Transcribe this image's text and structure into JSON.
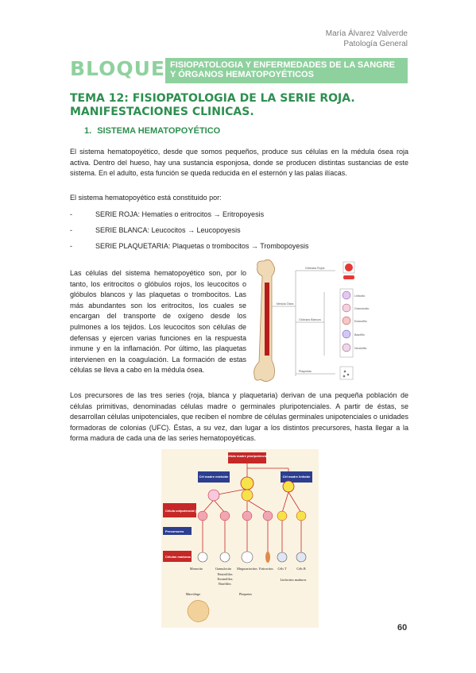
{
  "header": {
    "author": "María Álvarez Valverde",
    "subject": "Patología General"
  },
  "bloque": {
    "label": "BLOQUE III",
    "title": "FISIOPATOLOGIA Y ENFERMEDADES DE LA SANGRE Y ÓRGANOS HEMATOPOYÉTICOS"
  },
  "tema": {
    "title": "TEMA 12: FISIOPATOLOGIA DE LA SERIE ROJA. MANIFESTACIONES CLINICAS."
  },
  "section": {
    "number": "1.",
    "title": "SISTEMA HEMATOPOYÉTICO"
  },
  "paragraphs": {
    "p1": "El sistema hematopoyético, desde que somos pequeños, produce sus células en la médula ósea roja activa. Dentro del hueso, hay una sustancia esponjosa, donde se producen distintas sustancias de este sistema. En el adulto, esta función se queda reducida en el esternón y las palas ilíacas.",
    "p2": "El sistema hematopoyético está constituido por:",
    "p3": "Las células del sistema hematopoyético son, por lo tanto, los eritrocitos o glóbulos rojos, los leucocitos o glóbulos blancos y las plaquetas o trombocitos. Las más abundantes son los eritrocitos, los cuales se encargan del transporte de oxígeno desde los pulmones a los tejidos. Los leucocitos son células de defensas y ejercen varias funciones en la respuesta inmune y en la inflamación. Por último, las plaquetas intervienen en la coagulación. La formación de estas células se lleva a cabo en la médula ósea.",
    "p4": "Los precursores de las tres series (roja, blanca y plaquetaria) derivan de una pequeña población de células primitivas, denominadas células madre o germinales pluripotenciales. A partir de éstas, se desarrollan células unipotenciales, que reciben el nombre de células germinales unipotenciales o unidades formadoras de colonias (UFC). Éstas, a su vez, dan lugar a los distintos precursores, hasta llegar a la forma madura de cada una de las series hematopoyéticas."
  },
  "list": [
    {
      "dash": "-",
      "text": "SERIE ROJA: Hematíes o eritrocitos → Eritropoyesis"
    },
    {
      "dash": "-",
      "text": "SERIE BLANCA: Leucocitos → Leucopoyesis"
    },
    {
      "dash": "-",
      "text": "SERIE PLAQUETARIA: Plaquetas o trombocitos → Trombopoyesis"
    }
  ],
  "bone_figure": {
    "labels": {
      "red": "Glóbulos Rojos",
      "marrow": "Médula Ósea",
      "white": "Glóbulos Blancos",
      "platelets": "Plaquetas",
      "linfocito": "Linfocito",
      "granulocito": "Granulocito",
      "eosinofilo": "Eosinófilo",
      "basofilo": "Basófilo",
      "neutrofilo": "Neutrófilo"
    }
  },
  "hema_diagram": {
    "stem": "Célula madre pluripotencial",
    "myeloid": "Cél madre mieloide",
    "lymphoid": "Cél madre linfoide",
    "ufc": "Célula unipotencial (UFC)",
    "precursors": "Precursores",
    "mature": "Células maduras",
    "monocito": "Monocito",
    "granulocito": "Granulocito",
    "neutrofilos": "Neutrófilos",
    "eosinofilos": "Eosinófilos",
    "basofilos": "Basófilos",
    "mega": "Megacariocitos",
    "eritrocitos": "Eritrocitos",
    "celt": "Céls T",
    "celb": "Céls B",
    "linfocitos": "Linfocitos maduros",
    "macrofago": "Macrófago",
    "plaquetas": "Plaquetas"
  },
  "colors": {
    "accent_green": "#8fd19e",
    "title_green": "#2e8f50",
    "diagram_red": "#c62828",
    "diagram_blue": "#2c3e8f"
  },
  "footer": {
    "page": "60"
  }
}
